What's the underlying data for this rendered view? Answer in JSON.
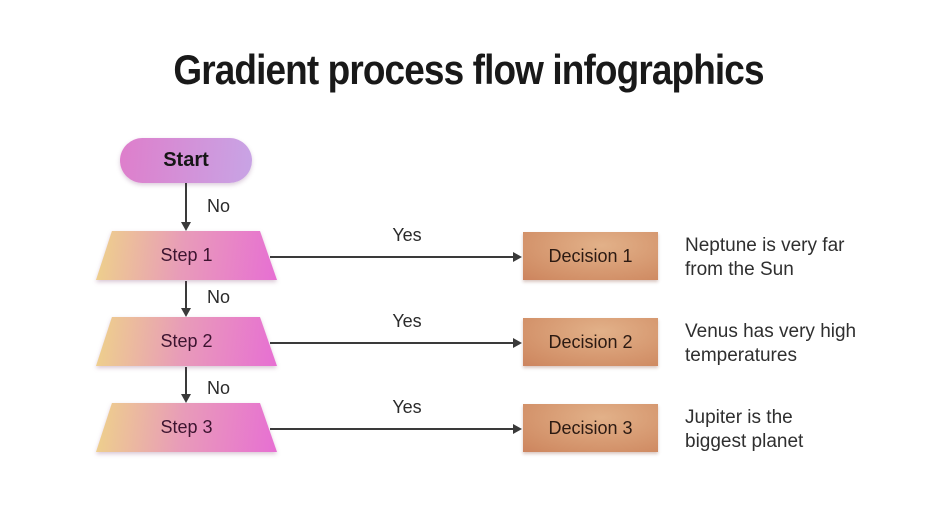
{
  "page": {
    "title": "Gradient process flow infographics",
    "background": "#ffffff"
  },
  "flow": {
    "start_label": "Start",
    "rows": [
      {
        "step_label": "Step 1",
        "no_label": "No",
        "yes_label": "Yes",
        "decision_label": "Decision 1",
        "note_line1": "Neptune is very far",
        "note_line2": "from the Sun"
      },
      {
        "step_label": "Step 2",
        "no_label": "No",
        "yes_label": "Yes",
        "decision_label": "Decision 2",
        "note_line1": "Venus has very high",
        "note_line2": "temperatures"
      },
      {
        "step_label": "Step 3",
        "no_label": "No",
        "yes_label": "Yes",
        "decision_label": "Decision 3",
        "note_line1": "Jupiter is the",
        "note_line2": "biggest planet"
      }
    ],
    "colors": {
      "start_gradient_left": "#de7ecb",
      "start_gradient_right": "#c8a4e5",
      "step_gradient_left": "#eed28a",
      "step_gradient_mid": "#e89bb9",
      "step_gradient_right": "#e76fd3",
      "decision_center": "#e2b189",
      "decision_mid": "#d08c64",
      "decision_edge": "#c0674c",
      "step_text": "#3d1430",
      "decision_text": "#2c1a12",
      "note_text": "#2f2f2f",
      "arrow": "#3a3a3a"
    }
  }
}
